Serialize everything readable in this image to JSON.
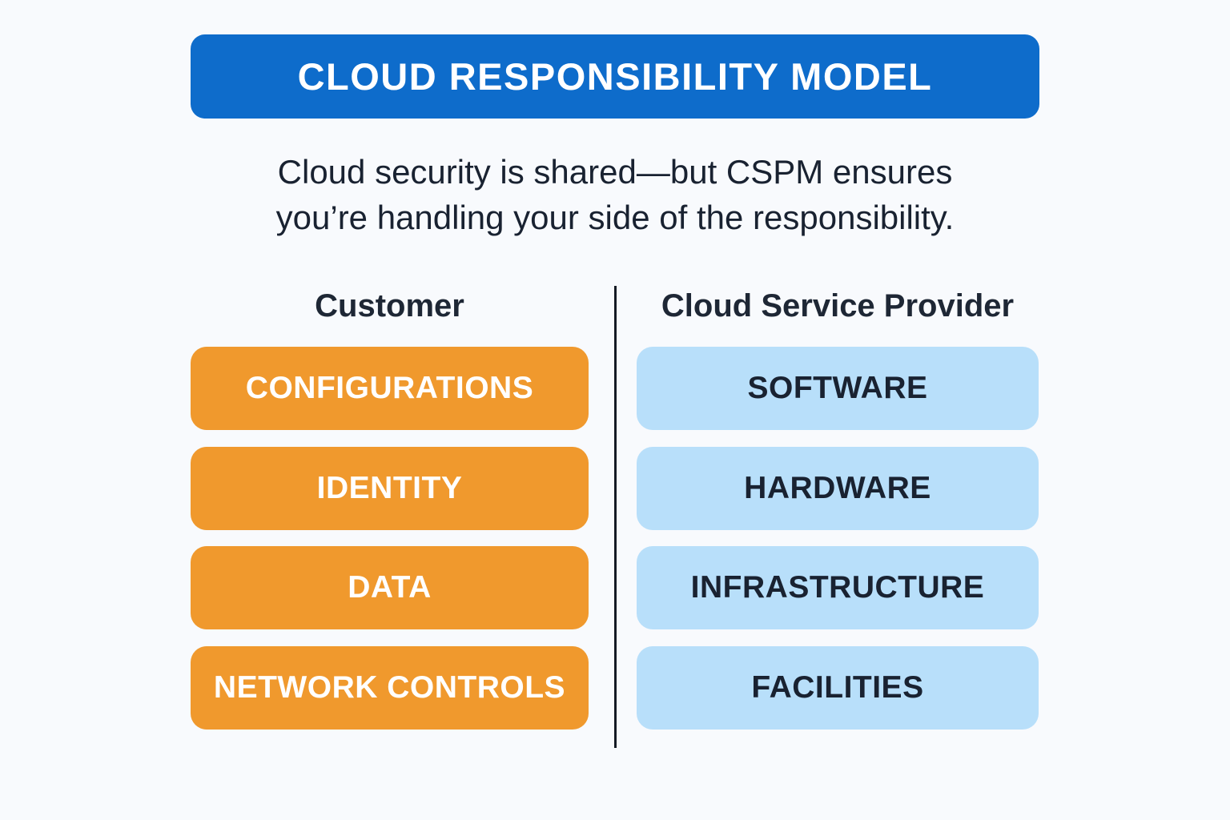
{
  "colors": {
    "background": "#F8FAFD",
    "header_blue": "#0E6CCB",
    "customer_box_orange": "#F0992D",
    "provider_box_light_blue": "#B8DFFA",
    "dark_navy_text": "#192231",
    "white_text": "#FFFFFF",
    "divider_line": "#141A24"
  },
  "header": {
    "title": "CLOUD RESPONSIBILITY MODEL"
  },
  "subtitle": {
    "line1": "Cloud security is shared—but CSPM ensures",
    "line2": "you’re handling your side of the responsibility."
  },
  "columns": {
    "customer": {
      "heading": "Customer",
      "items": [
        {
          "label": "CONFIGURATIONS"
        },
        {
          "label": "IDENTITY"
        },
        {
          "label": "DATA"
        },
        {
          "label": "NETWORK CONTROLS"
        }
      ]
    },
    "provider": {
      "heading": "Cloud Service Provider",
      "items": [
        {
          "label": "SOFTWARE"
        },
        {
          "label": "HARDWARE"
        },
        {
          "label": "INFRASTRUCTURE"
        },
        {
          "label": "FACILITIES"
        }
      ]
    }
  }
}
